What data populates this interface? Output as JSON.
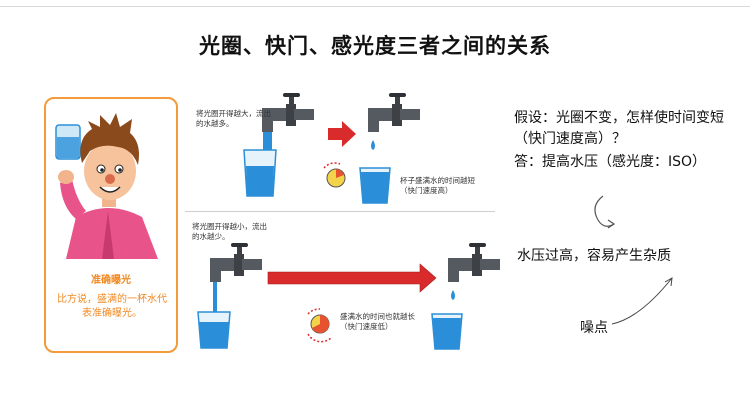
{
  "title": "光圈、快门、感光度三者之间的关系",
  "card": {
    "title": "准确曝光",
    "description": "比方说，盛满的一杯水代表准确曝光。"
  },
  "top_scenario": {
    "caption": "将光圈开得越大，流出的水越多。",
    "result_caption": "杯子盛满水的时间越短（快门速度高）"
  },
  "bottom_scenario": {
    "caption": "将光圈开得越小，流出的水越少。",
    "result_caption": "盛满水的时间也就越长（快门速度低）"
  },
  "notes": {
    "question": "假设：光圈不变，怎样使时间变短（快门速度高）？",
    "answer": "答：提高水压（感光度：ISO）",
    "pressure": "水压过高，容易产生杂质",
    "noise": "噪点"
  },
  "colors": {
    "accent_orange": "#f39a3a",
    "arrow_red": "#d92b2b",
    "water_blue": "#2a8fd8",
    "faucet_gray": "#555a60"
  }
}
